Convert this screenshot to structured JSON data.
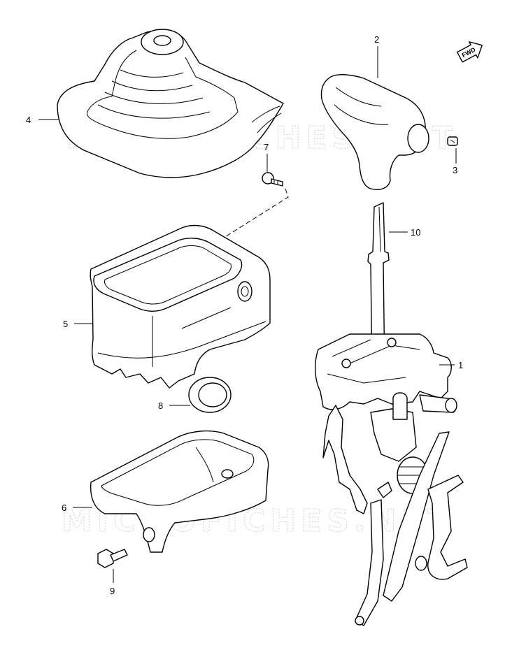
{
  "diagram": {
    "watermark": "MICROFICHES.NET",
    "direction_label": "FWD",
    "callouts": [
      {
        "id": "callout-1",
        "label": "1"
      },
      {
        "id": "callout-2",
        "label": "2"
      },
      {
        "id": "callout-3",
        "label": "3"
      },
      {
        "id": "callout-4",
        "label": "4"
      },
      {
        "id": "callout-5",
        "label": "5"
      },
      {
        "id": "callout-6",
        "label": "6"
      },
      {
        "id": "callout-7",
        "label": "7"
      },
      {
        "id": "callout-8",
        "label": "8"
      },
      {
        "id": "callout-9",
        "label": "9"
      },
      {
        "id": "callout-10",
        "label": "10"
      }
    ]
  }
}
